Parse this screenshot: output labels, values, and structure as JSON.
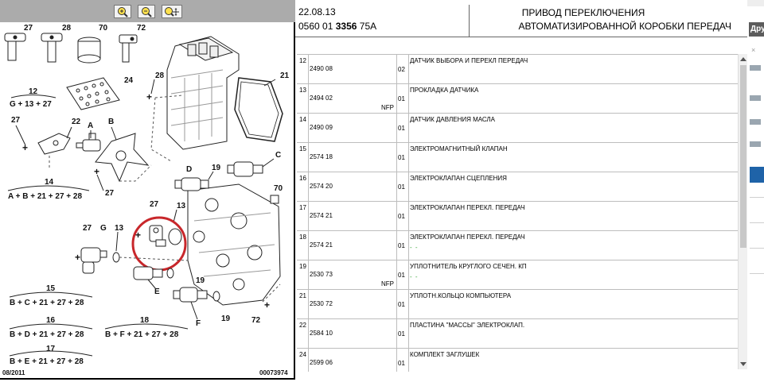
{
  "toolbar": {
    "zoom_in_icon": "zoom-in-icon",
    "zoom_out_icon": "zoom-out-icon",
    "zoom_fit_icon": "zoom-fit-icon"
  },
  "diagram": {
    "callouts": {
      "l27a": "27",
      "l28a": "28",
      "l70a": "70",
      "l72a": "72",
      "l12": "12",
      "f12": "G + 13 + 27",
      "l24": "24",
      "l28b": "28",
      "l21": "21",
      "l27b": "27",
      "l22": "22",
      "lA": "A",
      "lB": "B",
      "l14": "14",
      "f14": "A + B + 21 + 27 + 28",
      "l27c": "27",
      "lC": "C",
      "lD": "D",
      "l19a": "19",
      "l70b": "70",
      "l27d": "27",
      "l13a": "13",
      "l27e": "27",
      "lG": "G",
      "l13b": "13",
      "l19b": "19",
      "lE": "E",
      "l19c": "19",
      "lF": "F",
      "l72b": "72",
      "l15": "15",
      "f15": "B + C + 21 + 27 + 28",
      "l16": "16",
      "f16": "B + D + 21 + 27 + 28",
      "l18": "18",
      "f18": "B + F + 21 + 27 + 28",
      "l17": "17",
      "f17": "B + E + 21 + 27 + 28"
    },
    "footer_date": "08/2011",
    "footer_ref": "00073974"
  },
  "header": {
    "date": "22.08.13",
    "code_prefix": "0560 01",
    "code_bold": "3356",
    "code_suffix": "75A",
    "title_line1": "ПРИВОД ПЕРЕКЛЮЧЕНИЯ",
    "title_line2": "АВТОМАТИЗИРОВАННОЙ КОРОБКИ ПЕРЕДАЧ"
  },
  "parts": [
    {
      "num": "12",
      "ref": "2490 08",
      "qty": "02",
      "desc": "ДАТЧИК ВЫБОРА И ПЕРЕКЛ ПЕРЕДАЧ",
      "nfp": "",
      "dash": ""
    },
    {
      "num": "13",
      "ref": "2494 02",
      "qty": "01",
      "desc": "ПРОКЛАДКА ДАТЧИКА",
      "nfp": "NFP",
      "dash": ""
    },
    {
      "num": "14",
      "ref": "2490 09",
      "qty": "01",
      "desc": "ДАТЧИК ДАВЛЕНИЯ МАСЛА",
      "nfp": "",
      "dash": ""
    },
    {
      "num": "15",
      "ref": "2574 18",
      "qty": "01",
      "desc": "ЭЛЕКТРОМАГНИТНЫЙ КЛАПАН",
      "nfp": "",
      "dash": ""
    },
    {
      "num": "16",
      "ref": "2574 20",
      "qty": "01",
      "desc": "ЭЛЕКТРОКЛАПАН СЦЕПЛЕНИЯ",
      "nfp": "",
      "dash": ""
    },
    {
      "num": "17",
      "ref": "2574 21",
      "qty": "01",
      "desc": "ЭЛЕКТРОКЛАПАН ПЕРЕКЛ. ПЕРЕДАЧ",
      "nfp": "",
      "dash": ""
    },
    {
      "num": "18",
      "ref": "2574 21",
      "qty": "01",
      "desc": "ЭЛЕКТРОКЛАПАН ПЕРЕКЛ. ПЕРЕДАЧ",
      "nfp": "",
      "dash": "- -"
    },
    {
      "num": "19",
      "ref": "2530 73",
      "qty": "01",
      "desc": "УПЛОТНИТЕЛЬ КРУГЛОГО СЕЧЕН. КП",
      "nfp": "NFP",
      "dash": "- -"
    },
    {
      "num": "21",
      "ref": "2530 72",
      "qty": "01",
      "desc": "УПЛОТН.КОЛЬЦО КОМПЬЮТЕРА",
      "nfp": "",
      "dash": ""
    },
    {
      "num": "22",
      "ref": "2584 10",
      "qty": "01",
      "desc": "ПЛАСТИНА \"МАССЫ\" ЭЛЕКТРОКЛАП.",
      "nfp": "",
      "dash": ""
    },
    {
      "num": "24",
      "ref": "2599 06",
      "qty": "01",
      "desc": "КОМПЛЕКТ ЗАГЛУШЕК",
      "nfp": "",
      "dash": ""
    }
  ],
  "strip": {
    "button_label": "Дру",
    "close_glyph": "×"
  },
  "colors": {
    "toolbar_bg": "#ababab",
    "highlight_circle": "#c8272b",
    "dash_green": "#35a335",
    "strip_blue": "#1f63a8"
  }
}
